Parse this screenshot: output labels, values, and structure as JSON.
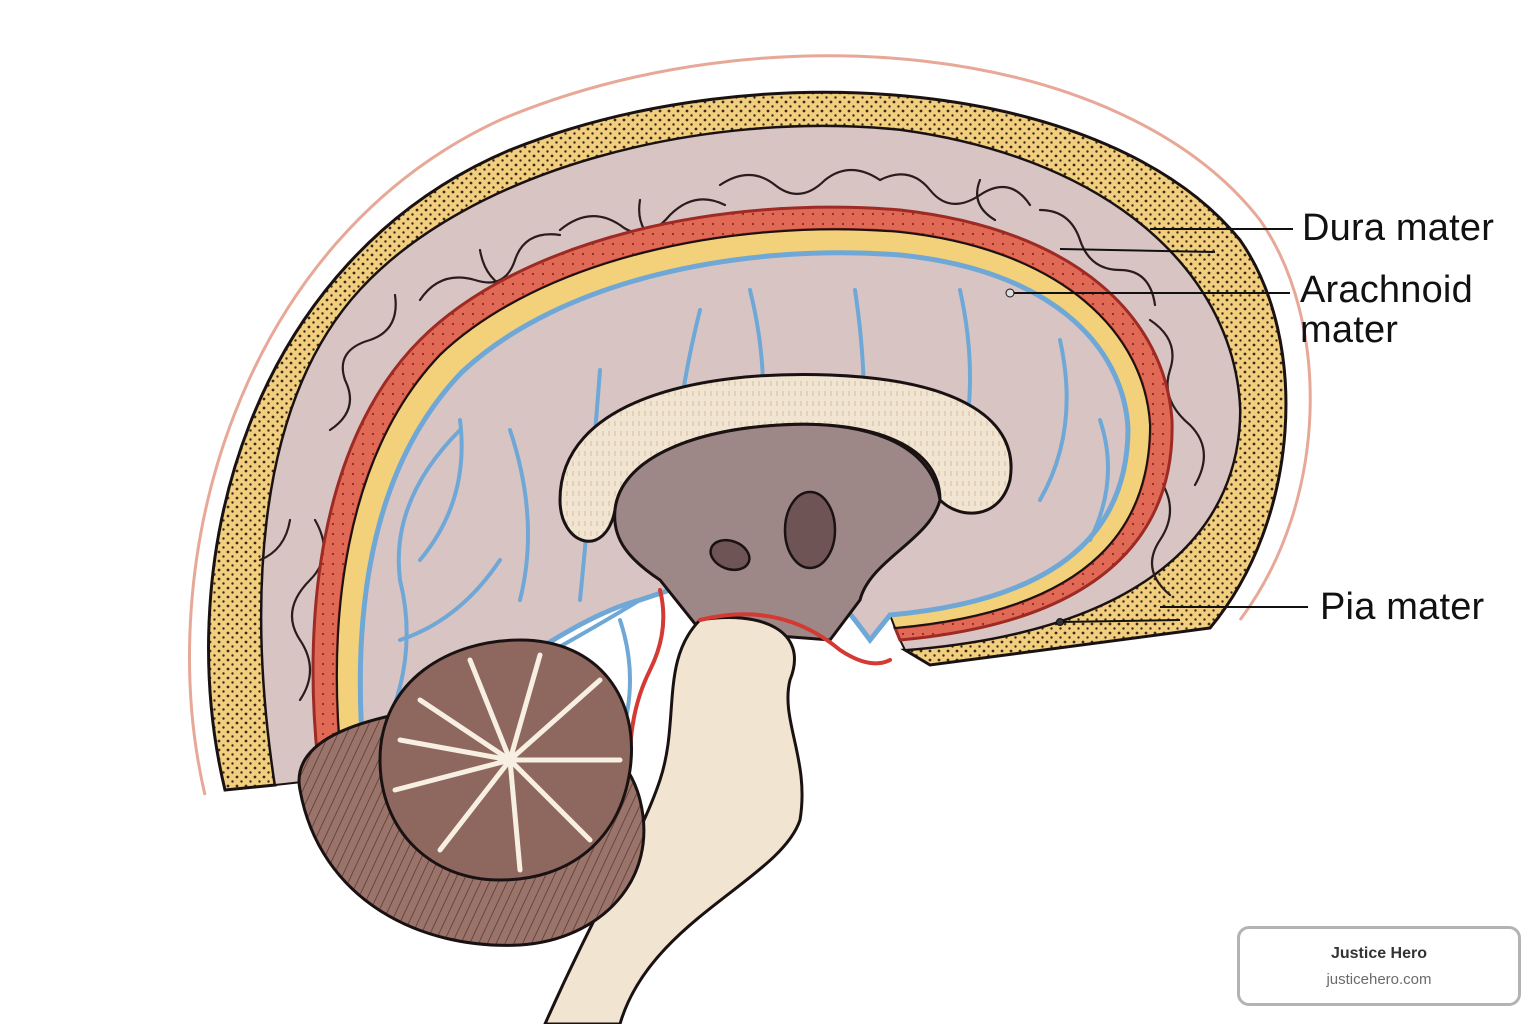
{
  "diagram": {
    "subject": "Sagittal section of the brain showing the meninges",
    "labels": [
      {
        "id": "dura",
        "text": "Dura mater"
      },
      {
        "id": "arachnoid",
        "text": "Arachnoid mater",
        "lines": [
          "Arachnoid",
          "mater"
        ]
      },
      {
        "id": "pia",
        "text": "Pia mater"
      }
    ],
    "colors": {
      "skull_outline": "#e8a898",
      "dura_layer": "#f2cf7e",
      "dura_dots": "#3a2a18",
      "arachnoid_red": "#e06a55",
      "arachnoid_dark_red": "#9e2a24",
      "subarachnoid_yellow": "#f3d17a",
      "pia_blue": "#6fa8d6",
      "cortex": "#d9c4c4",
      "corpus_callosum": "#f5ecdd",
      "ventricle": "#9e8787",
      "cerebellum": "#8e675e",
      "brainstem": "#f1e4d0",
      "outline": "#1a1212"
    }
  },
  "watermark": {
    "title": "Justice Hero",
    "url": "justicehero.com"
  }
}
